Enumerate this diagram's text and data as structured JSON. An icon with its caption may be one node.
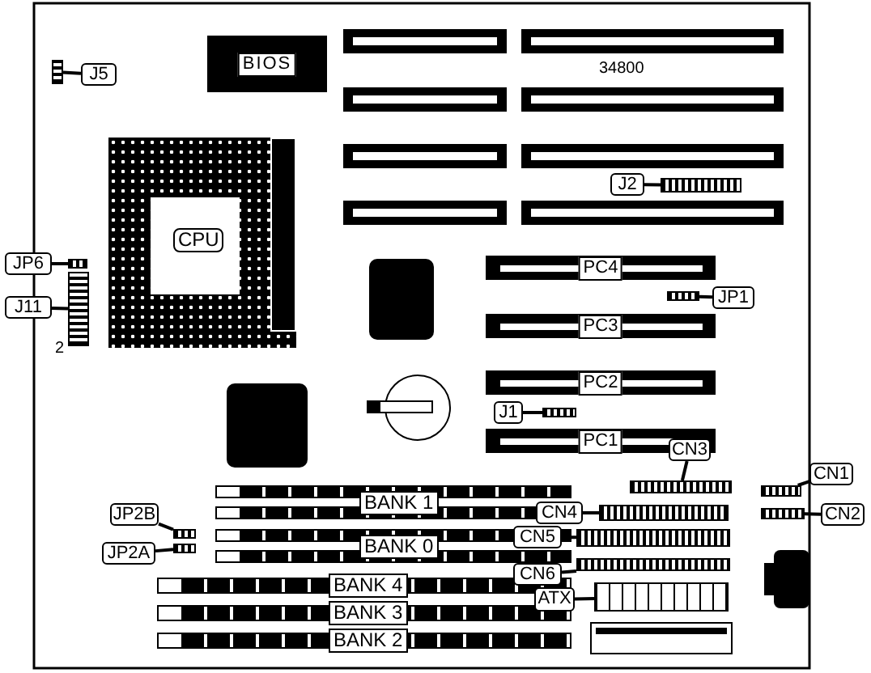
{
  "diagram": {
    "nodes": [
      {
        "text": [
          "J5"
        ]
      },
      {
        "text": [],
        "shape": "box"
      },
      {
        "text": [
          "BIOS"
        ]
      },
      {
        "text": [
          "J2"
        ]
      },
      {
        "text": [],
        "shape": "box"
      },
      {
        "text": [
          "CPU"
        ]
      },
      {
        "text": [
          "JP6"
        ]
      },
      {
        "text": [],
        "shape": "box"
      },
      {
        "text": [
          "PC4"
        ]
      },
      {
        "text": [],
        "shape": "box"
      },
      {
        "text": [
          "JP1"
        ]
      },
      {
        "text": [
          "J11"
        ]
      },
      {
        "text": [],
        "shape": "box"
      },
      {
        "text": [
          "PC3"
        ]
      },
      {
        "text": [
          "PC2"
        ]
      },
      {
        "text": [
          "J1"
        ]
      },
      {
        "text": [],
        "shape": "box"
      },
      {
        "text": [
          "PC1"
        ]
      },
      {
        "text": [
          "CN3"
        ]
      },
      {
        "text": [
          "CN1"
        ]
      },
      {
        "text": [],
        "shape": "box"
      },
      {
        "text": [],
        "shape": "box"
      },
      {
        "text": [
          "BANK 1"
        ]
      },
      {
        "text": [
          "JP2B"
        ]
      },
      {
        "text": [
          "CN4"
        ]
      },
      {
        "text": [],
        "shape": "box"
      },
      {
        "text": [],
        "shape": "box"
      },
      {
        "text": [
          "CN2"
        ]
      },
      {
        "text": [],
        "shape": "box"
      },
      {
        "text": [
          "JP2A"
        ]
      },
      {
        "text": [],
        "shape": "box"
      },
      {
        "text": [
          "BANK 0"
        ]
      },
      {
        "text": [
          "CN5"
        ]
      },
      {
        "text": [],
        "shape": "box"
      },
      {
        "text": [
          "CN6"
        ]
      },
      {
        "text": [],
        "shape": "box"
      },
      {
        "text": [
          "BANK 4"
        ]
      },
      {
        "text": [
          "ATX"
        ]
      },
      {
        "text": [],
        "shape": "box"
      },
      {
        "text": [
          "BANK 3"
        ]
      },
      {
        "text": [
          "BANK 2"
        ]
      }
    ],
    "edges": [
      {
        "from": 0,
        "to": 1,
        "arrow": "none"
      },
      {
        "from": 3,
        "to": 4,
        "arrow": "none"
      },
      {
        "from": 6,
        "to": 7,
        "arrow": "none"
      },
      {
        "from": 10,
        "to": 9,
        "arrow": "none"
      },
      {
        "from": 11,
        "to": 12,
        "arrow": "none"
      },
      {
        "from": 15,
        "to": 16,
        "arrow": "none"
      },
      {
        "from": 18,
        "to": 20,
        "arrow": "none"
      },
      {
        "from": 19,
        "to": 21,
        "arrow": "none"
      },
      {
        "from": 23,
        "to": 28,
        "arrow": "none"
      },
      {
        "from": 24,
        "to": 25,
        "arrow": "none"
      },
      {
        "from": 27,
        "to": 26,
        "arrow": "none"
      },
      {
        "from": 29,
        "to": 30,
        "arrow": "none"
      },
      {
        "from": 32,
        "to": 33,
        "arrow": "none"
      },
      {
        "from": 34,
        "to": 35,
        "arrow": "none"
      },
      {
        "from": 37,
        "to": 38,
        "arrow": "none"
      }
    ],
    "labels": [
      "34800",
      "2"
    ]
  }
}
